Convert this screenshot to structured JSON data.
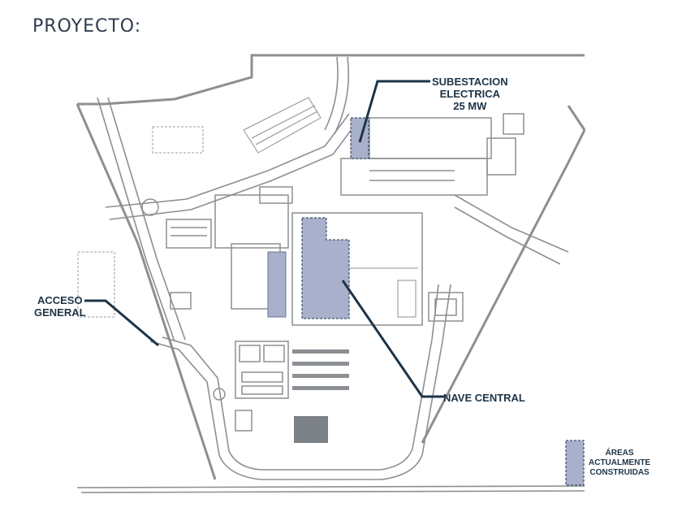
{
  "title": "PROYECTO:",
  "labels": {
    "substation": [
      "SUBESTACION",
      "ELECTRICA",
      "25 MW"
    ],
    "access": [
      "ACCESO",
      "GENERAL"
    ],
    "central_hall": "NAVE CENTRAL"
  },
  "legend": {
    "lines": [
      "ÁREAS",
      "ACTUALMENTE",
      "CONSTRUIDAS"
    ],
    "fill_color": "#a8b0cc"
  },
  "colors": {
    "plan_lines": "#8c8f93",
    "leader_lines": "#1d3447",
    "built_area": "#a8b0cc",
    "title": "#2f3b4c"
  }
}
